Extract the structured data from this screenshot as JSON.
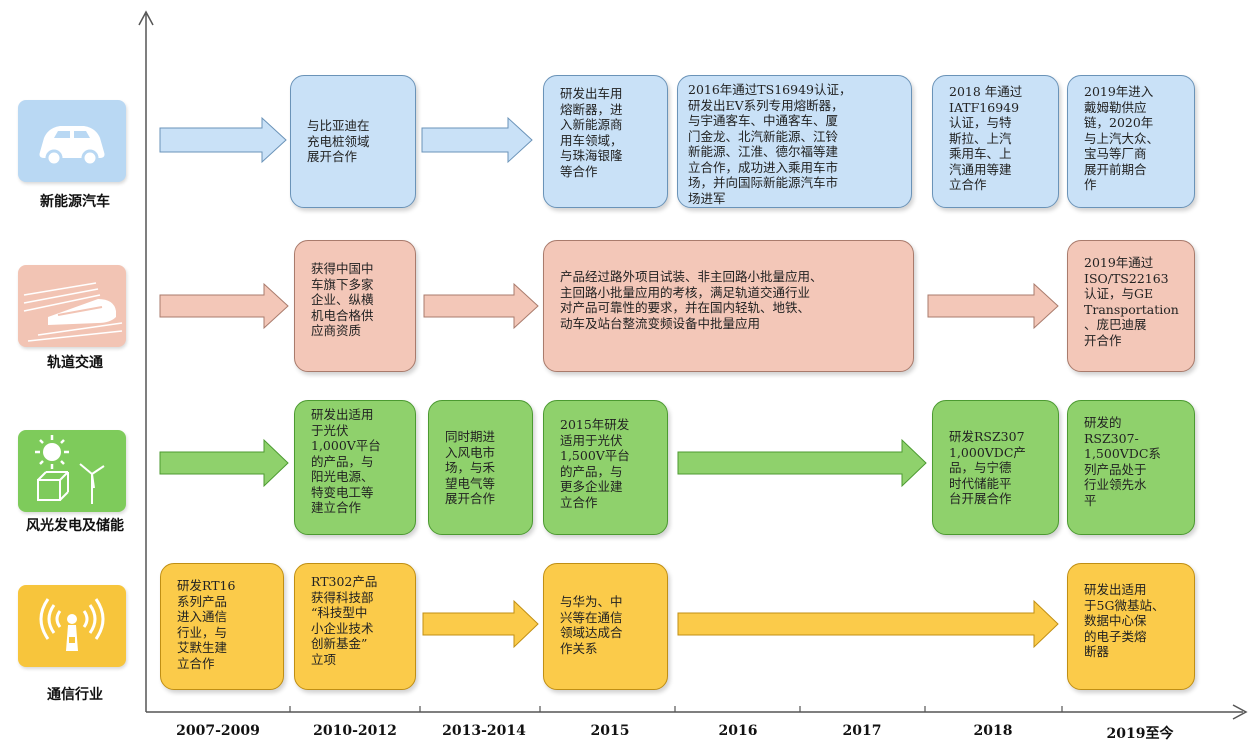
{
  "sectors": [
    {
      "label": "新能源汽车",
      "icon": "car-icon",
      "color": "#c9e1f7"
    },
    {
      "label": "轨道交通",
      "icon": "train-icon",
      "color": "#f3c7b8"
    },
    {
      "label": "风光发电及储能",
      "icon": "sun-wind-icon",
      "color": "#8fd16c"
    },
    {
      "label": "通信行业",
      "icon": "signal-tower-icon",
      "color": "#fbcb4a"
    }
  ],
  "periods": [
    "2007-2009",
    "2010-2012",
    "2013-2014",
    "2015",
    "2016",
    "2017",
    "2018",
    "2019至今"
  ],
  "boxes": {
    "ev_2010": "与比亚迪在\n充电桩领域\n展开合作",
    "ev_2015": "研发出车用\n熔断器，进\n入新能源商\n用车领域，\n与珠海银隆\n等合作",
    "ev_2016": "2016年通过TS16949认证，\n研发出EV系列专用熔断器，\n与宇通客车、中通客车、厦\n门金龙、北汽新能源、江铃\n新能源、江淮、德尔福等建\n立合作，成功进入乘用车市\n场，并向国际新能源汽车市\n场进军",
    "ev_2018": "2018 年通过\nIATF16949\n认证，与特\n斯拉、上汽\n乘用车、上\n汽通用等建\n立合作",
    "ev_2019": "2019年进入\n戴姆勒供应\n链，2020年\n与上汽大众、\n宝马等厂商\n展开前期合\n作",
    "rail_2010": "获得中国中\n车旗下多家\n企业、纵横\n机电合格供\n应商资质",
    "rail_2015": "产品经过路外项目试装、非主回路小批量应用、\n主回路小批量应用的考核，满足轨道交通行业\n对产品可靠性的要求，并在国内轻轨、地铁、\n动车及站台整流变频设备中批量应用",
    "rail_2019": "2019年通过\nISO/TS22163\n认证，与GE\nTransportation\n、庞巴迪展\n开合作",
    "pv_2010": "研发出适用\n于光伏\n1,000V平台\n的产品，与\n阳光电源、\n特变电工等\n建立合作",
    "pv_2013": "同时期进\n入风电市\n场，与禾\n望电气等\n展开合作",
    "pv_2015": "2015年研发\n适用于光伏\n1,500V平台\n的产品，与\n更多企业建\n立合作",
    "pv_2018": "研发RSZ307\n1,000VDC产\n品，与宁德\n时代储能平\n台开展合作",
    "pv_2019": "研发的\nRSZ307-\n1,500VDC系\n列产品处于\n行业领先水\n平",
    "tel_2007": "研发RT16\n系列产品\n进入通信\n行业，与\n艾默生建\n立合作",
    "tel_2010": "RT302产品\n获得科技部\n“科技型中\n小企业技术\n创新基金”\n立项",
    "tel_2015": "与华为、中\n兴等在通信\n领域达成合\n作关系",
    "tel_2019": "研发出适用\n于5G微基站、\n数据中心保\n的电子类熔\n断器"
  }
}
